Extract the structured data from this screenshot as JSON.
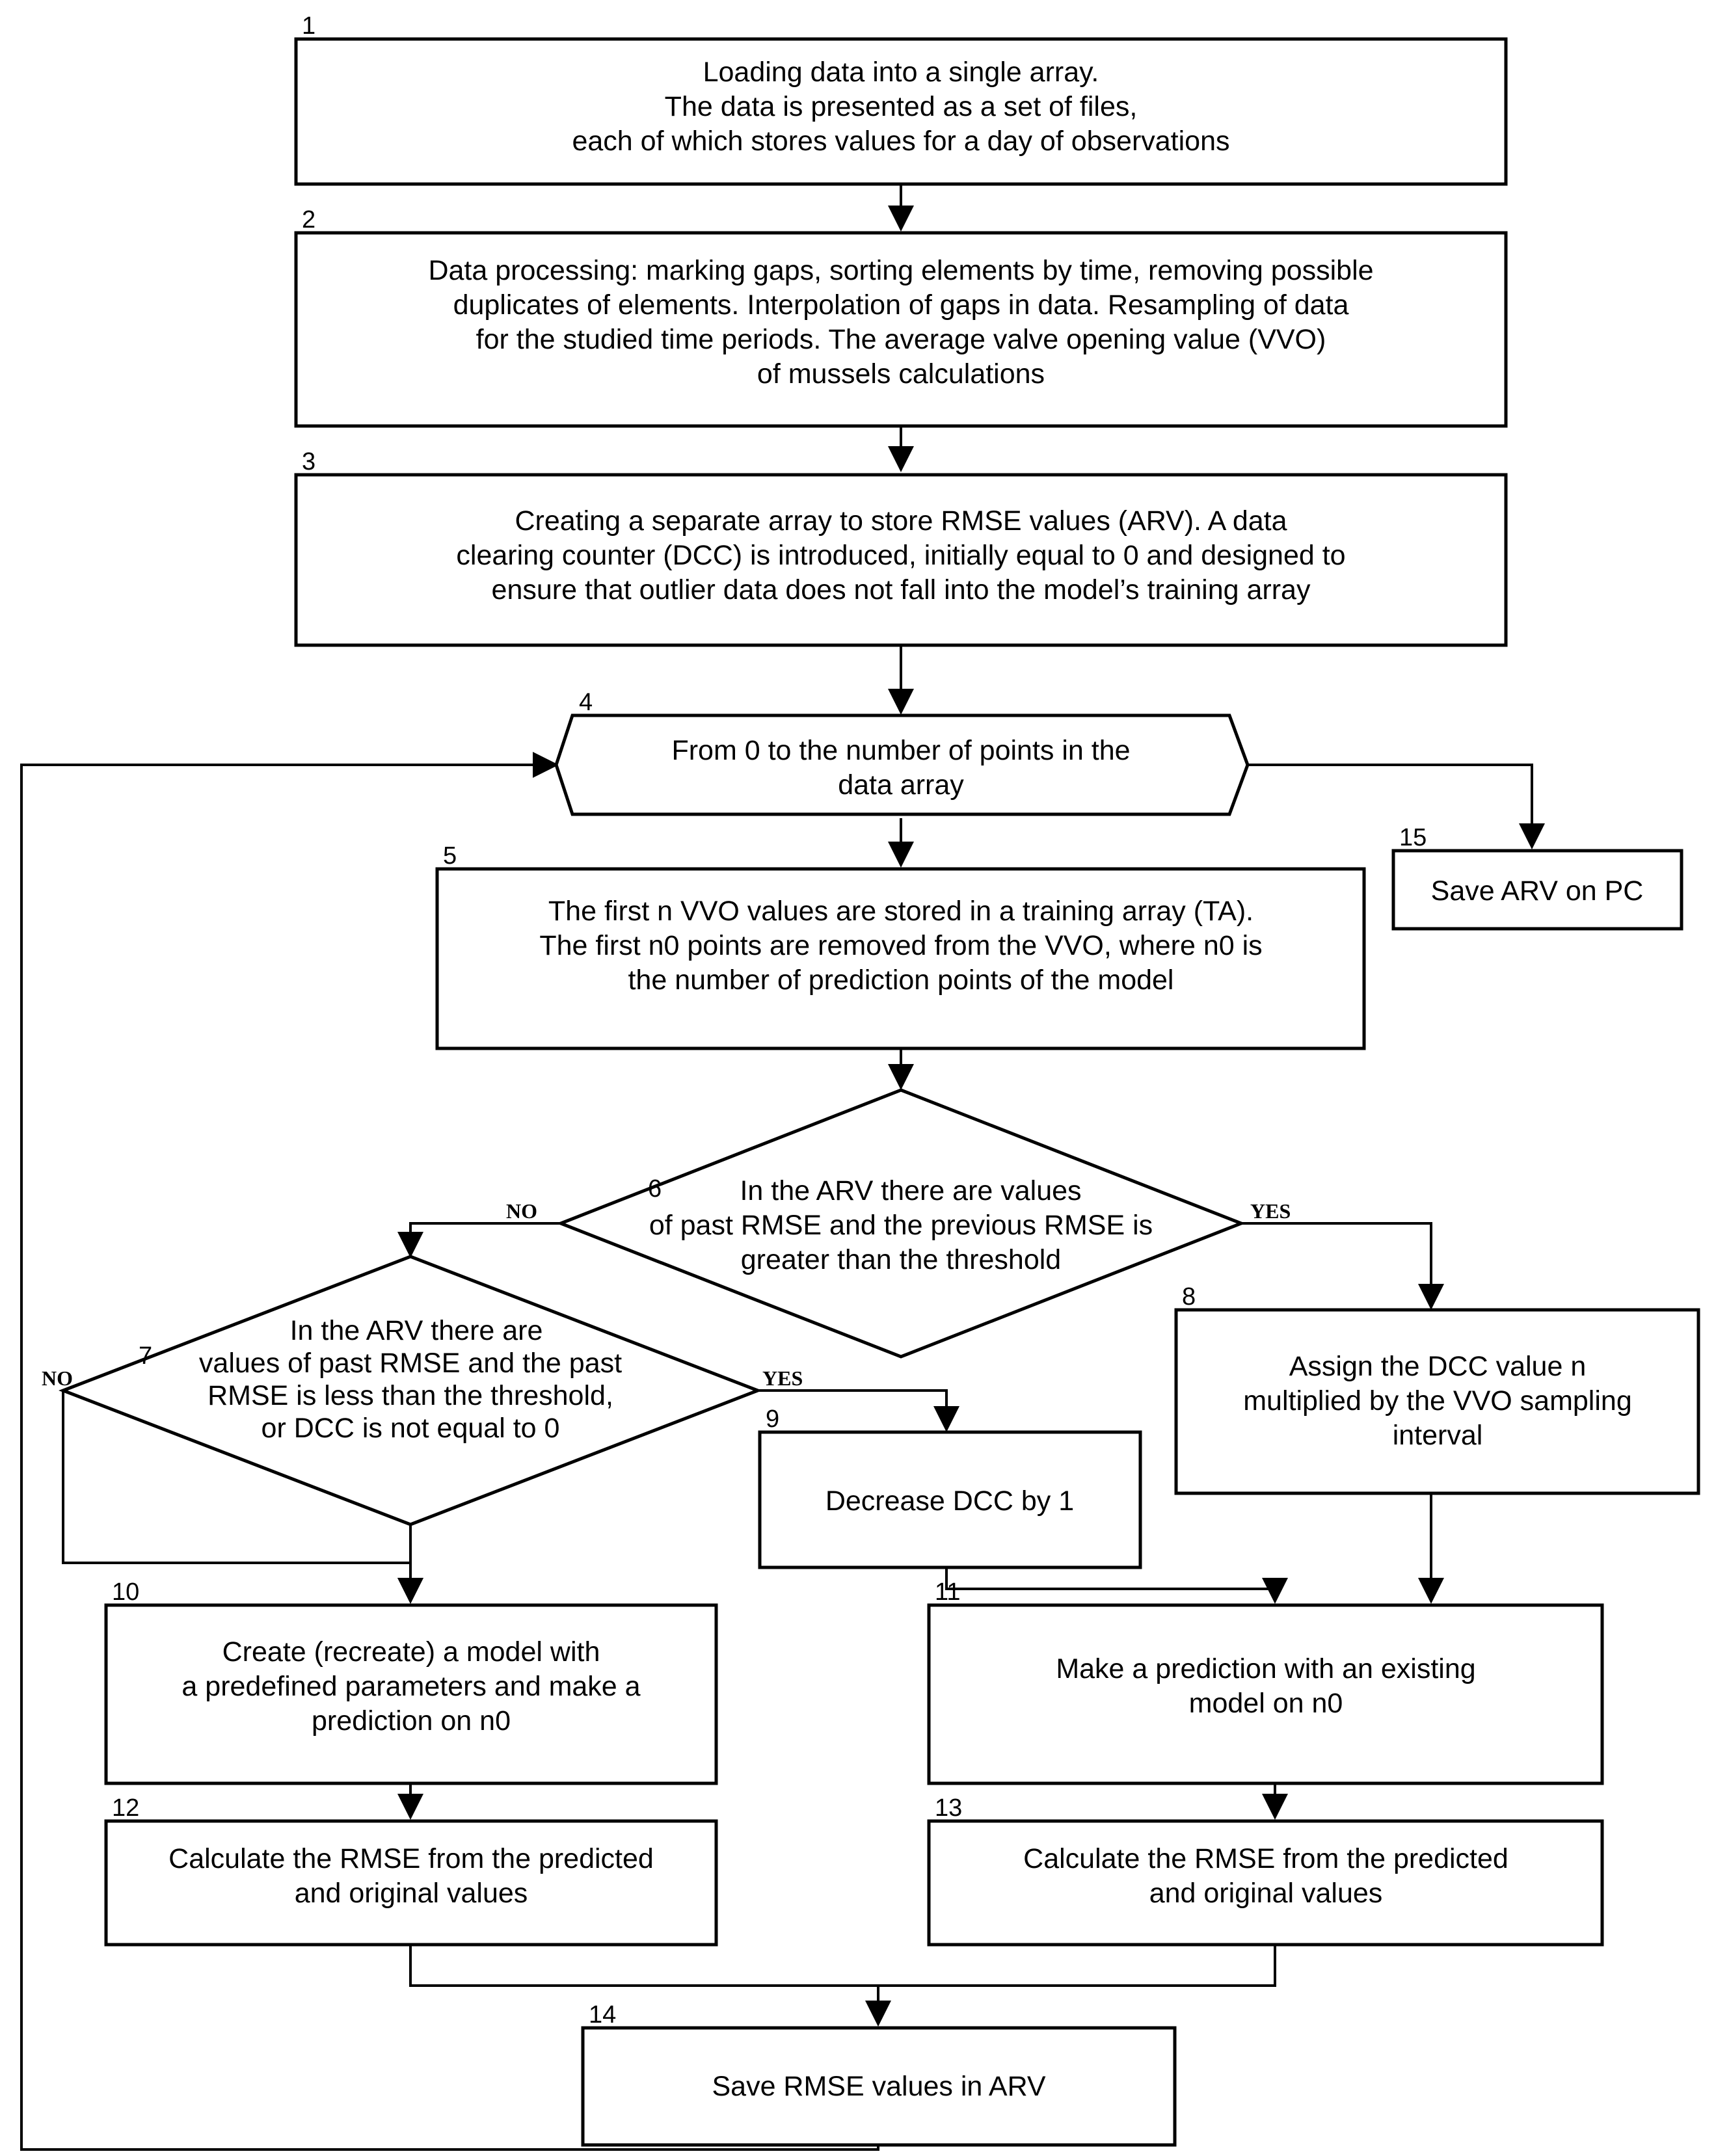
{
  "diagram": {
    "title": "Algorithm flowchart for mussel valve opening prediction",
    "colors": {
      "stroke": "#000000",
      "fill": "#ffffff",
      "background": "#ffffff"
    },
    "nodes": [
      {
        "id": "1",
        "number": "1",
        "shape": "process",
        "lines": [
          "Loading data into a single array.",
          "The data is presented as a set of files,",
          "each of which stores values for a day of observations"
        ]
      },
      {
        "id": "2",
        "number": "2",
        "shape": "process",
        "lines": [
          "Data processing: marking gaps, sorting elements by time, removing possible",
          "duplicates of elements. Interpolation of gaps in data. Resampling of data",
          "for the studied time periods. The average valve opening value (VVO)",
          "of mussels calculations"
        ]
      },
      {
        "id": "3",
        "number": "3",
        "shape": "process",
        "lines": [
          "Creating a separate array to store RMSE values (ARV). A data",
          "clearing counter (DCC) is introduced, initially equal to 0 and designed to",
          "ensure that outlier data does not fall into the model’s training array"
        ]
      },
      {
        "id": "4",
        "number": "4",
        "shape": "loop-hexagon",
        "lines": [
          "From 0 to the number of points in the",
          "data array"
        ]
      },
      {
        "id": "5",
        "number": "5",
        "shape": "process",
        "lines": [
          "The first n VVO values are stored in a training array (TA).",
          "The first n0 points are removed from the VVO, where n0 is",
          "the number of prediction points of the model"
        ]
      },
      {
        "id": "6",
        "number": "6",
        "shape": "decision",
        "lines": [
          "In the ARV there are values",
          "of past RMSE and the previous RMSE is",
          "greater than the threshold"
        ]
      },
      {
        "id": "7",
        "number": "7",
        "shape": "decision",
        "lines": [
          "In the ARV there are",
          "values of past RMSE and the past",
          "RMSE is less than the threshold,",
          "or DCC is not equal to 0"
        ]
      },
      {
        "id": "8",
        "number": "8",
        "shape": "process",
        "lines": [
          "Assign the DCC value n",
          "multiplied by the VVO sampling",
          "interval"
        ]
      },
      {
        "id": "9",
        "number": "9",
        "shape": "process",
        "lines": [
          "Decrease DCC by 1"
        ]
      },
      {
        "id": "10",
        "number": "10",
        "shape": "process",
        "lines": [
          "Create (recreate) a model with",
          "a predefined parameters and make a",
          "prediction on n0"
        ]
      },
      {
        "id": "11",
        "number": "11",
        "shape": "process",
        "lines": [
          "Make a prediction with an existing",
          "model on n0"
        ]
      },
      {
        "id": "12",
        "number": "12",
        "shape": "process",
        "lines": [
          "Calculate the RMSE from the predicted",
          "and original values"
        ]
      },
      {
        "id": "13",
        "number": "13",
        "shape": "process",
        "lines": [
          "Calculate the RMSE from the predicted",
          "and original values"
        ]
      },
      {
        "id": "14",
        "number": "14",
        "shape": "process",
        "lines": [
          "Save RMSE values in ARV"
        ]
      },
      {
        "id": "15",
        "number": "15",
        "shape": "process",
        "lines": [
          "Save ARV on PC"
        ]
      }
    ],
    "edge_labels": {
      "d6_no": "NO",
      "d6_yes": "YES",
      "d7_no": "NO",
      "d7_yes": "YES"
    }
  }
}
